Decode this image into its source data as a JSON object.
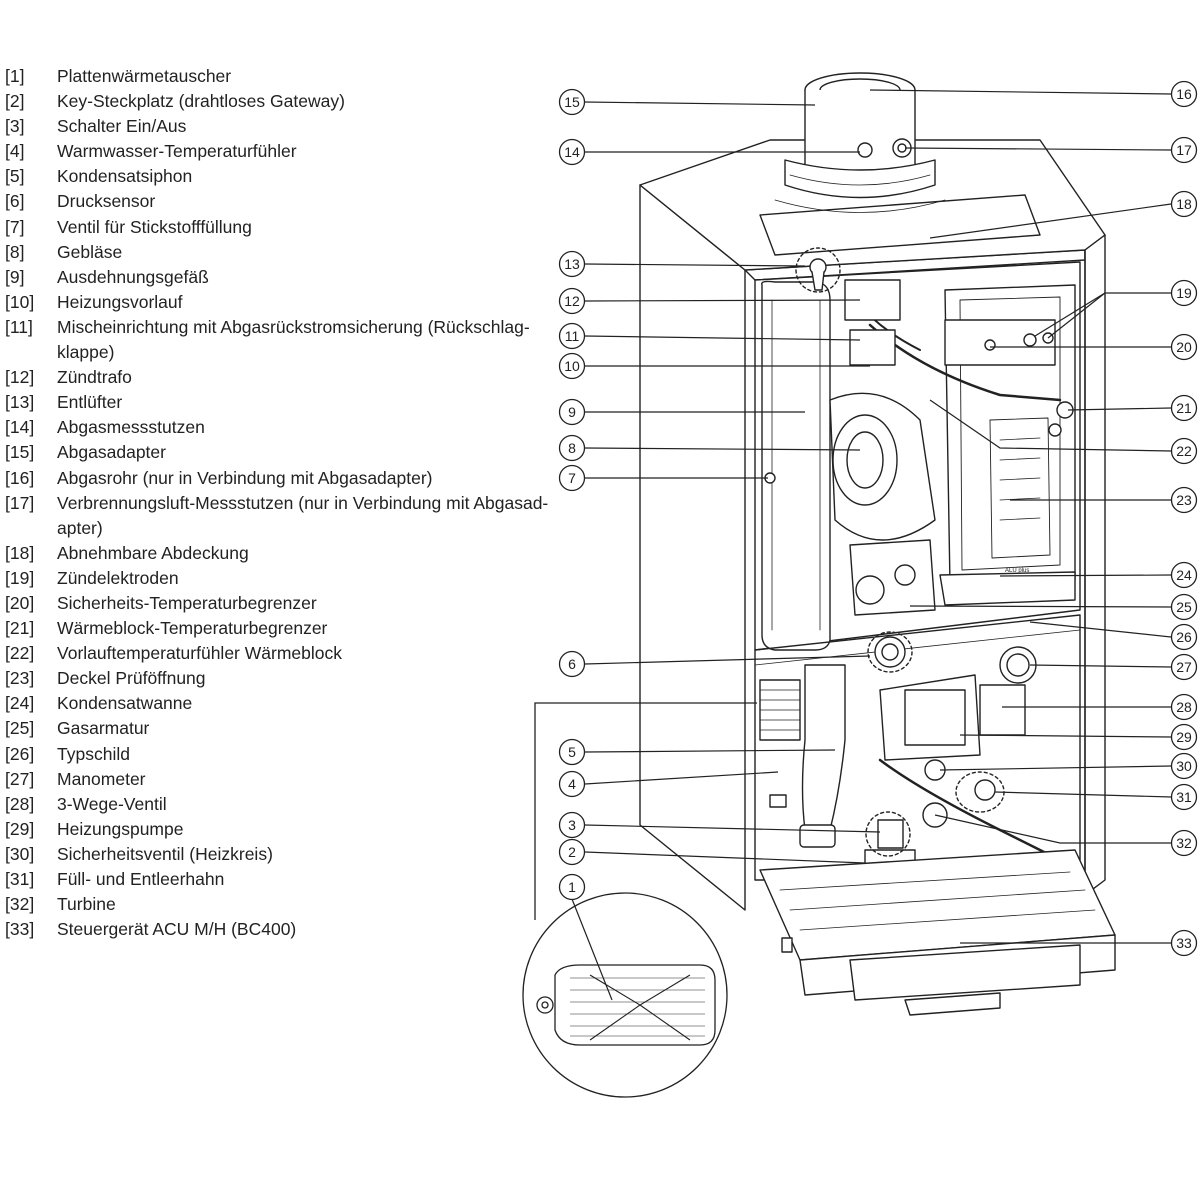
{
  "legend": [
    {
      "num": "[1]",
      "label": "Plattenwärmetauscher"
    },
    {
      "num": "[2]",
      "label": "Key-Steckplatz (drahtloses Gateway)"
    },
    {
      "num": "[3]",
      "label": "Schalter Ein/Aus"
    },
    {
      "num": "[4]",
      "label": "Warmwasser-Temperaturfühler"
    },
    {
      "num": "[5]",
      "label": "Kondensatsiphon"
    },
    {
      "num": "[6]",
      "label": "Drucksensor"
    },
    {
      "num": "[7]",
      "label": "Ventil für Stickstofffüllung"
    },
    {
      "num": "[8]",
      "label": "Gebläse"
    },
    {
      "num": "[9]",
      "label": "Ausdehnungsgefäß"
    },
    {
      "num": "[10]",
      "label": "Heizungsvorlauf"
    },
    {
      "num": "[11]",
      "label": "Mischeinrichtung mit Abgasrückstromsicherung (Rückschlag-klappe)"
    },
    {
      "num": "[12]",
      "label": "Zündtrafo"
    },
    {
      "num": "[13]",
      "label": "Entlüfter"
    },
    {
      "num": "[14]",
      "label": "Abgasmessstutzen"
    },
    {
      "num": "[15]",
      "label": "Abgasadapter"
    },
    {
      "num": "[16]",
      "label": "Abgasrohr (nur in Verbindung mit Abgasadapter)"
    },
    {
      "num": "[17]",
      "label": "Verbrennungsluft-Messstutzen (nur in Verbindung mit Abgasad-apter)"
    },
    {
      "num": "[18]",
      "label": "Abnehmbare Abdeckung"
    },
    {
      "num": "[19]",
      "label": "Zündelektroden"
    },
    {
      "num": "[20]",
      "label": "Sicherheits-Temperaturbegrenzer"
    },
    {
      "num": "[21]",
      "label": "Wärmeblock-Temperaturbegrenzer"
    },
    {
      "num": "[22]",
      "label": "Vorlauftemperaturfühler Wärmeblock"
    },
    {
      "num": "[23]",
      "label": "Deckel Prüföffnung"
    },
    {
      "num": "[24]",
      "label": "Kondensatwanne"
    },
    {
      "num": "[25]",
      "label": "Gasarmatur"
    },
    {
      "num": "[26]",
      "label": "Typschild"
    },
    {
      "num": "[27]",
      "label": "Manometer"
    },
    {
      "num": "[28]",
      "label": "3-Wege-Ventil"
    },
    {
      "num": "[29]",
      "label": "Heizungspumpe"
    },
    {
      "num": "[30]",
      "label": "Sicherheitsventil (Heizkreis)"
    },
    {
      "num": "[31]",
      "label": "Füll- und Entleerhahn"
    },
    {
      "num": "[32]",
      "label": "Turbine"
    },
    {
      "num": "[33]",
      "label": "Steuergerät ACU M/H (BC400)"
    }
  ],
  "callouts": [
    "1",
    "2",
    "3",
    "4",
    "5",
    "6",
    "7",
    "8",
    "9",
    "10",
    "11",
    "12",
    "13",
    "14",
    "15",
    "16",
    "17",
    "18",
    "19",
    "20",
    "21",
    "22",
    "23",
    "24",
    "25",
    "26",
    "27",
    "28",
    "29",
    "30",
    "31",
    "32",
    "33"
  ],
  "device_labels": {
    "block_label": "ALU plus"
  },
  "colors": {
    "line": "#222222",
    "fill": "#ffffff"
  }
}
